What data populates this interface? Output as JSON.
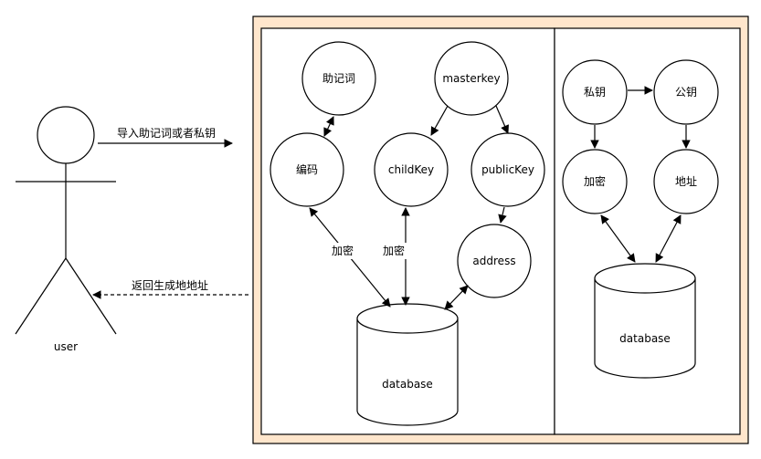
{
  "actor": {
    "label": "user"
  },
  "messages": {
    "request": "导入助记词或者私钥",
    "response": "返回生成地地址"
  },
  "left_panel": {
    "mnemonic": "助记词",
    "masterkey": "masterkey",
    "encode": "编码",
    "childkey": "childKey",
    "publickey": "publicKey",
    "address": "address",
    "encrypt_label_1": "加密",
    "encrypt_label_2": "加密",
    "database": "database"
  },
  "right_panel": {
    "private_key": "私钥",
    "public_key": "公钥",
    "encrypt": "加密",
    "address": "地址",
    "database": "database"
  },
  "colors": {
    "container_fill": "#ffe6cc",
    "container_stroke": "#000000",
    "panel_fill": "#ffffff",
    "line": "#000000"
  }
}
